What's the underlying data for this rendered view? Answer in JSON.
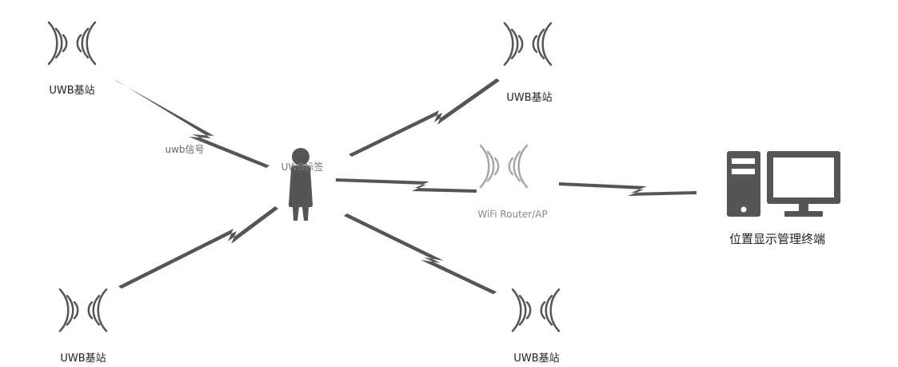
{
  "labels": {
    "station_top_left": "UWB基站",
    "station_top_right": "UWB基站",
    "station_bottom_left": "UWB基站",
    "station_bottom_right": "UWB基站",
    "signal": "uwb信号",
    "tag": "UWB标签",
    "router": "WiFi Router/AP",
    "terminal": "位置显示管理终端"
  },
  "colors": {
    "icon": "#555555",
    "router_icon": "#a8a8a8",
    "router_text": "#888888",
    "signal_text": "#666666"
  }
}
